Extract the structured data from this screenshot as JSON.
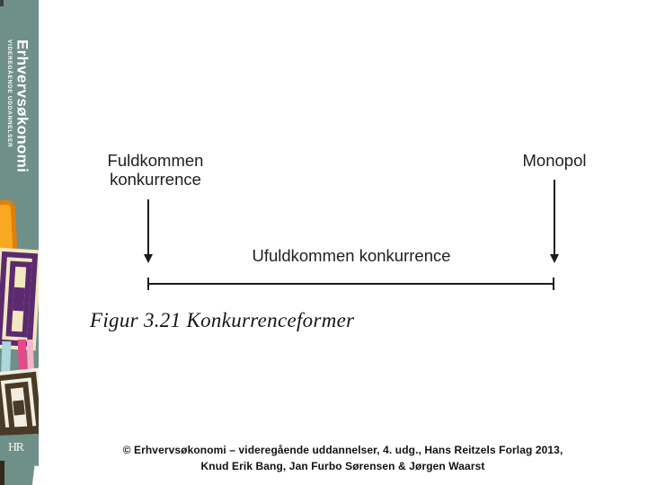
{
  "slide": {
    "sidebar": {
      "title": "Erhvervsøkonomi",
      "subtitle": "VIDEREGÅENDE UDDANNELSER",
      "logo_text": "HR"
    },
    "diagram": {
      "left_label": "Fuldkommen konkurrence",
      "right_label": "Monopol",
      "middle_label": "Ufuldkommen konkurrence",
      "caption": "Figur 3.21 Konkurrenceformer"
    },
    "footer": {
      "line1": "© Erhvervsøkonomi – videregående uddannelser, 4. udg., Hans Reitzels Forlag 2013,",
      "line2": "Knud Erik Bang, Jan Furbo Sørensen & Jørgen Waarst"
    },
    "colors": {
      "sidebar_teal": "#6F8F89",
      "ink": "#1A1A1A",
      "pattern_orange": "#F8A91F",
      "pattern_orange_dark": "#DE7F0D",
      "pattern_purple": "#5C2A6E",
      "pattern_cream": "#F2E8C1",
      "pattern_pink": "#E8488B",
      "pattern_pink_light": "#F6B3C9",
      "pattern_blue": "#ABD7DD",
      "pattern_brown": "#483A25"
    }
  }
}
